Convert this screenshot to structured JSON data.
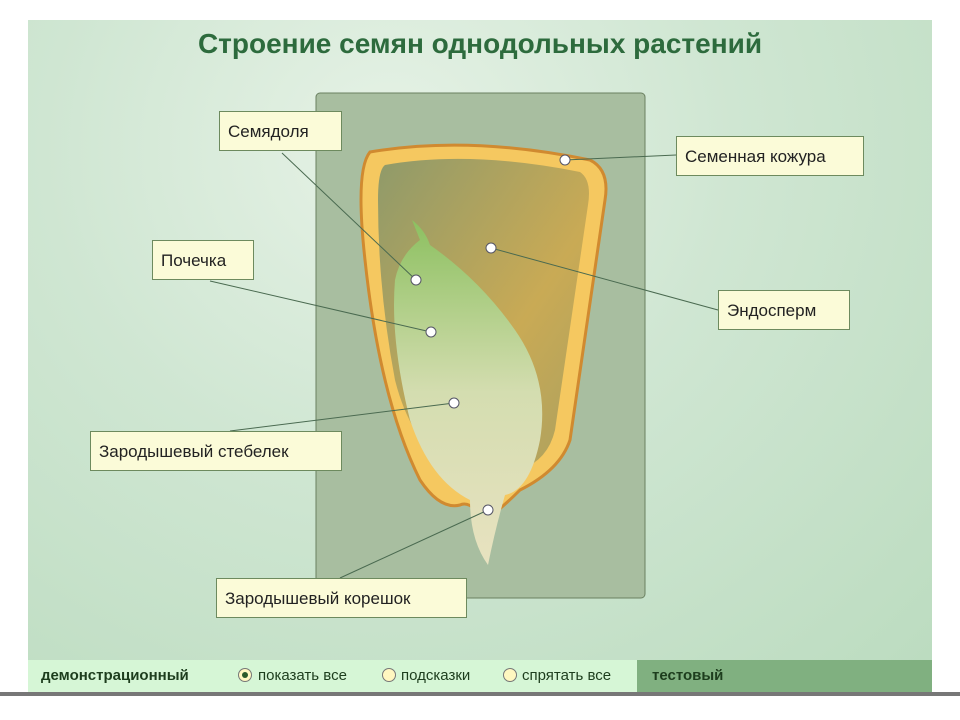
{
  "title": "Строение семян однодольных растений",
  "labels": {
    "cotyledon": "Семядоля",
    "seed_coat": "Семенная кожура",
    "bud": "Почечка",
    "endosperm": "Эндосперм",
    "stem": "Зародышевый стебелек",
    "root": "Зародышевый корешок"
  },
  "bar": {
    "demo": "демонстрационный",
    "show_all": "показать все",
    "hints": "подсказки",
    "hide_all": "спрятать все",
    "test": "тестовый",
    "selected": "показать все"
  }
}
